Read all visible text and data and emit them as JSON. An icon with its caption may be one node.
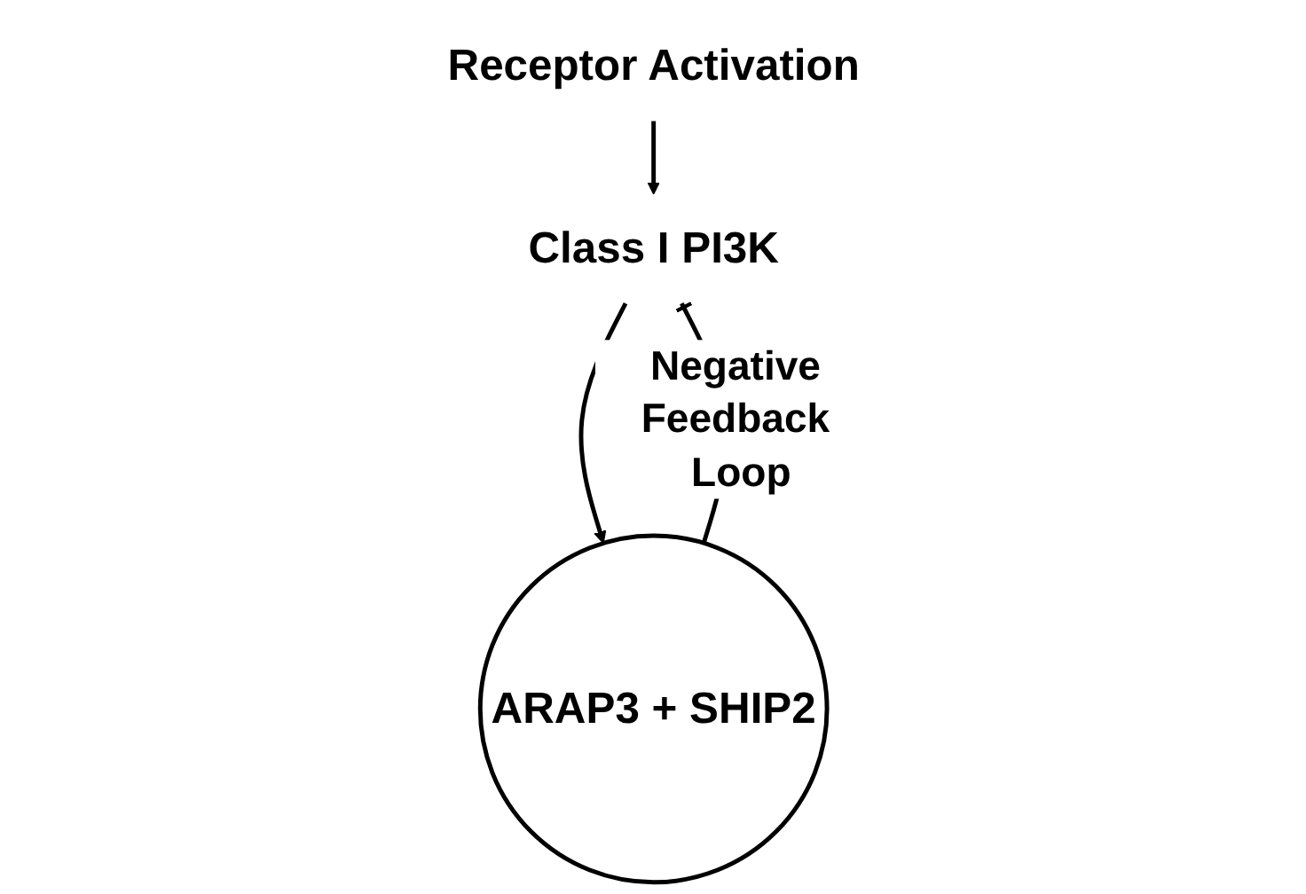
{
  "diagram": {
    "nodes": [
      {
        "text": [
          "Receptor Activation"
        ]
      },
      {
        "text": [
          "Class I PI3K"
        ]
      },
      {
        "text": [
          "ARAP3 + SHIP2"
        ]
      }
    ],
    "edges": [
      {
        "from": 0,
        "to": 1,
        "arrow": "to"
      },
      {
        "from": 1,
        "to": 2,
        "arrow": "to"
      },
      {
        "from": 2,
        "to": 1,
        "arrow": "other",
        "label": "Negative Feedback Loop"
      }
    ]
  }
}
